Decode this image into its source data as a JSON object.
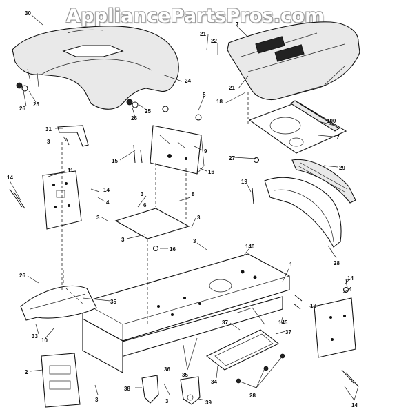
{
  "watermark": "AppliancePartsPros.com",
  "labels": {
    "l30": "30",
    "l7a": "7",
    "l21a": "21",
    "l22": "22",
    "l21b": "21",
    "l18": "18",
    "l24": "24",
    "l26a": "26",
    "l25a": "25",
    "l26b": "26",
    "l25b": "25",
    "l5": "5",
    "l31": "31",
    "l3a": "3",
    "l15": "15",
    "l9": "9",
    "l16a": "16",
    "l100": "100",
    "l7b": "7",
    "l27": "27",
    "l29": "29",
    "l11": "11",
    "l14a": "14",
    "l14b": "14",
    "l4a": "4",
    "l3b": "3",
    "l6": "6",
    "l8": "8",
    "l3c": "3",
    "l3d": "3",
    "l3e": "3",
    "l16b": "16",
    "l19": "19",
    "l28a": "28",
    "l3f": "3",
    "l140": "140",
    "l1": "1",
    "l26c": "26",
    "l35a": "35",
    "l33": "33",
    "l10": "10",
    "l14c": "14",
    "l4b": "4",
    "l13": "13",
    "l37a": "37",
    "l37b": "37",
    "l145": "145",
    "l2": "2",
    "l3g": "3",
    "l35b": "35",
    "l36": "36",
    "l38": "38",
    "l3h": "3",
    "l39": "39",
    "l34": "34",
    "l28b": "28",
    "l14d": "14"
  }
}
